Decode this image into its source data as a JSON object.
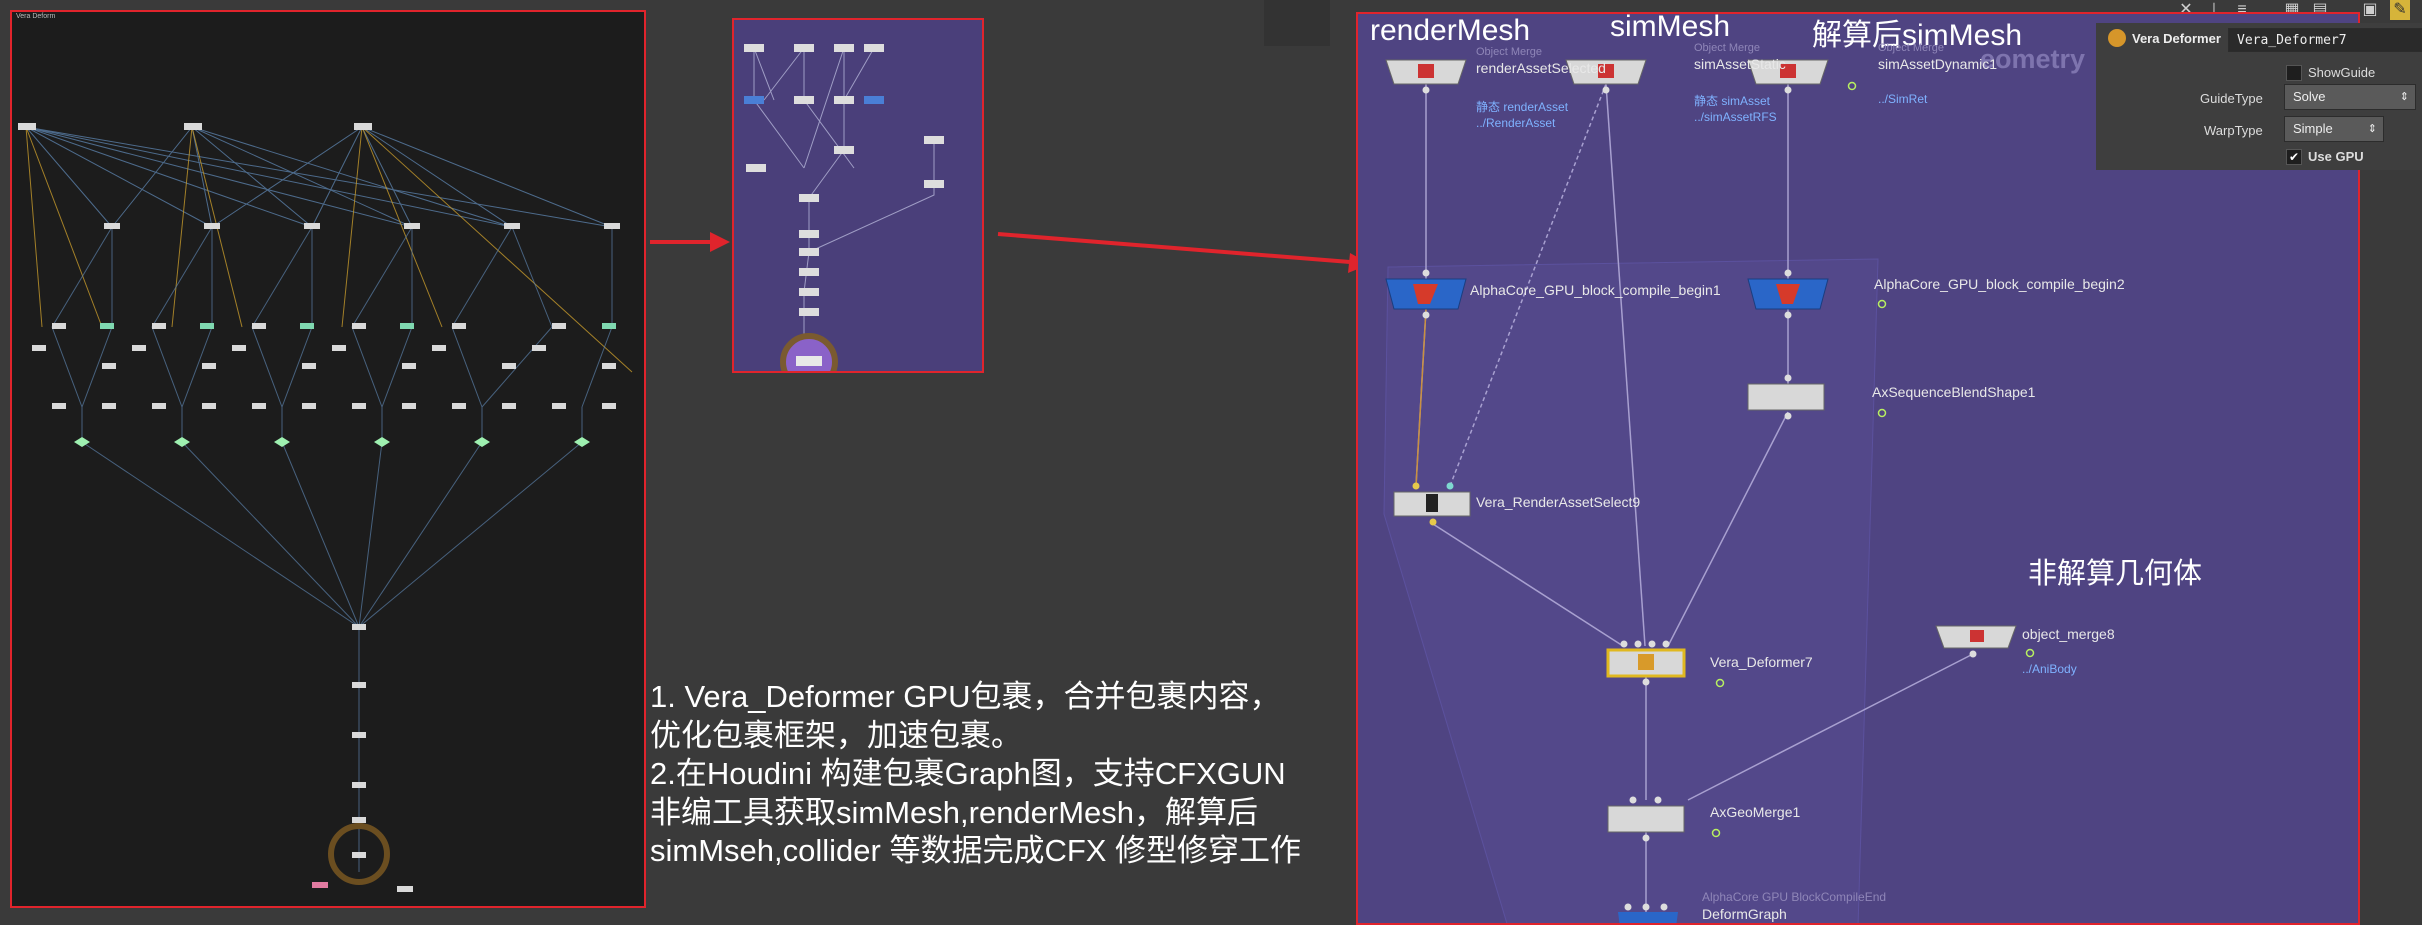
{
  "left_network": {
    "label": "Vera Deform"
  },
  "right_network": {
    "headers": {
      "render_mesh": "renderMesh",
      "sim_mesh": "simMesh",
      "solved_sim_mesh": "解算后simMesh",
      "non_solve": "非解算几何体",
      "watermark": "eometry"
    },
    "nodes": {
      "render_asset_selected": {
        "type": "Object Merge",
        "name": "renderAssetSelected",
        "static": "静态 renderAsset",
        "path": "../RenderAsset"
      },
      "sim_asset_static": {
        "type": "Object Merge",
        "name": "simAssetStatic",
        "static": "静态 simAsset",
        "path": "../simAssetRFS"
      },
      "sim_asset_dynamic": {
        "type": "Object Merge",
        "name": "simAssetDynamic1",
        "path": "../SimRet"
      },
      "block_begin1": {
        "name": "AlphaCore_GPU_block_compile_begin1"
      },
      "block_begin2": {
        "name": "AlphaCore_GPU_block_compile_begin2"
      },
      "sequence_blend": {
        "name": "AxSequenceBlendShape1"
      },
      "render_asset_select9": {
        "name": "Vera_RenderAssetSelect9"
      },
      "object_merge8": {
        "name": "object_merge8",
        "path": "../AniBody"
      },
      "vera_deformer7": {
        "name": "Vera_Deformer7"
      },
      "geo_merge1": {
        "name": "AxGeoMerge1"
      },
      "deform_graph": {
        "type": "AlphaCore GPU BlockCompileEnd",
        "name": "DeformGraph"
      }
    }
  },
  "param_panel": {
    "node_type": "Vera Deformer",
    "node_name": "Vera_Deformer7",
    "show_guide_label": "ShowGuide",
    "guide_type_label": "GuideType",
    "guide_type_value": "Solve",
    "warp_type_label": "WarpType",
    "warp_type_value": "Simple",
    "use_gpu_label": "Use GPU",
    "use_gpu_checked": true,
    "show_guide_checked": false
  },
  "notes": {
    "line1": "1. Vera_Deformer GPU包裹，合并包裹内容，",
    "line2": "优化包裹框架，加速包裹。",
    "line3": "2.在Houdini 构建包裹Graph图，支持CFXGUN",
    "line4": "非编工具获取simMesh,renderMesh，解算后",
    "line5": "simMseh,collider 等数据完成CFX 修型修穿工作"
  },
  "colors": {
    "frame_red": "#e0242c",
    "network_purple": "#4f4482",
    "path_blue": "#7fb2ff"
  }
}
